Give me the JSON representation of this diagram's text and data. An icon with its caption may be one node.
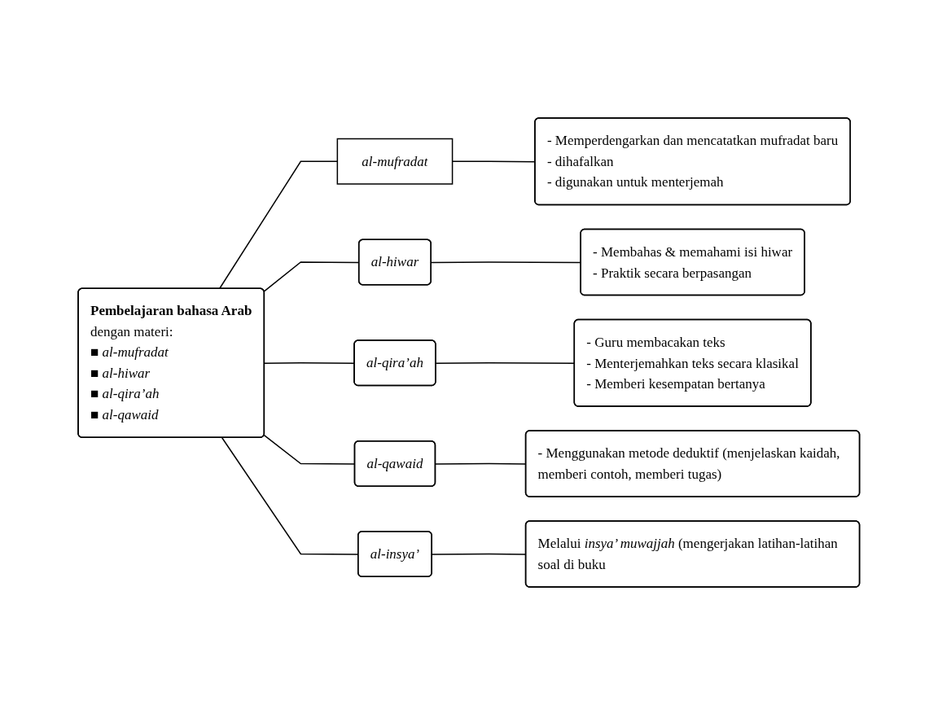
{
  "diagram": {
    "nodes": [
      {
        "text": [
          "Pembelajaran bahasa Arab",
          "dengan materi:",
          "■ al-mufradat",
          "■ al-hiwar",
          "■ al-qira’ah",
          "■ al-qawaid"
        ]
      },
      {
        "text": [
          "al-mufradat"
        ]
      },
      {
        "text": [
          "- Memperdengarkan dan mencatatkan mufradat baru",
          "- dihafalkan",
          "- digunakan untuk menterjemah"
        ]
      },
      {
        "text": [
          "al-hiwar"
        ]
      },
      {
        "text": [
          "- Membahas & memahami isi hiwar",
          "- Praktik secara berpasangan"
        ]
      },
      {
        "text": [
          "al-qira’ah"
        ]
      },
      {
        "text": [
          "- Guru membacakan teks",
          "- Menterjemahkan teks secara klasikal",
          "- Memberi kesempatan bertanya"
        ]
      },
      {
        "text": [
          "al-qawaid"
        ]
      },
      {
        "text": [
          "- Menggunakan metode deduktif (menjelaskan kaidah, memberi contoh, memberi tugas)"
        ]
      },
      {
        "text": [
          "al-insya’"
        ]
      },
      {
        "text": [
          "Melalui *insya’ muwajjah* (mengerjakan latihan-latihan soal di buku"
        ]
      }
    ],
    "edges": [
      {
        "from": 0,
        "to": 1,
        "arrow": "none"
      },
      {
        "from": 0,
        "to": 3,
        "arrow": "none"
      },
      {
        "from": 0,
        "to": 5,
        "arrow": "none"
      },
      {
        "from": 0,
        "to": 7,
        "arrow": "none"
      },
      {
        "from": 0,
        "to": 9,
        "arrow": "none"
      },
      {
        "from": 1,
        "to": 2,
        "arrow": "none"
      },
      {
        "from": 3,
        "to": 4,
        "arrow": "none"
      },
      {
        "from": 5,
        "to": 6,
        "arrow": "none"
      },
      {
        "from": 7,
        "to": 8,
        "arrow": "none"
      },
      {
        "from": 9,
        "to": 10,
        "arrow": "none"
      }
    ]
  }
}
